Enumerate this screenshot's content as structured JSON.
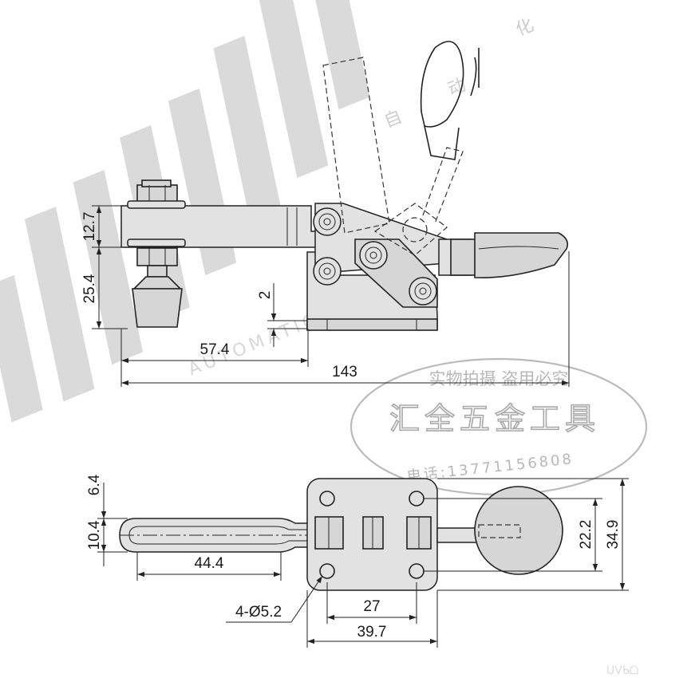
{
  "watermark": {
    "brand": "ᑌᐯᑲᗝ",
    "brand_sub": "AUTOMATION EXPERT",
    "brand_cn": [
      "自",
      "动",
      "化"
    ],
    "stamp_top": "实物拍摄 盗用必究",
    "stamp_main": "汇全五金工具",
    "stamp_phone": "电话:13771156808"
  },
  "side_view": {
    "dims": {
      "clamp_height": "12.7",
      "spindle_height": "25.4",
      "base_offset": "2",
      "reach": "57.4",
      "overall_length": "143"
    }
  },
  "top_view": {
    "dims": {
      "slot_offset": "6.4",
      "arm_width": "10.4",
      "slot_length": "44.4",
      "holes": "4-Ø5.2",
      "hole_spacing_x": "27",
      "base_width": "39.7",
      "hole_spacing_y": "22.2",
      "base_depth": "34.9"
    }
  }
}
